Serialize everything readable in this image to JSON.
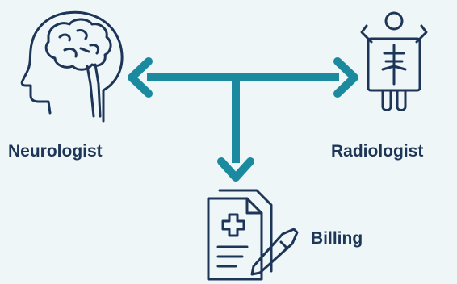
{
  "nodes": [
    {
      "id": "neurologist",
      "label": "Neurologist",
      "icon": "brain-head-icon"
    },
    {
      "id": "radiologist",
      "label": "Radiologist",
      "icon": "xray-icon"
    },
    {
      "id": "billing",
      "label": "Billing",
      "icon": "medical-document-pen-icon"
    }
  ],
  "colors": {
    "background": "#eef6f8",
    "arrow": "#1b8a9e",
    "icon_stroke": "#1d3557",
    "text": "#1d3557"
  }
}
